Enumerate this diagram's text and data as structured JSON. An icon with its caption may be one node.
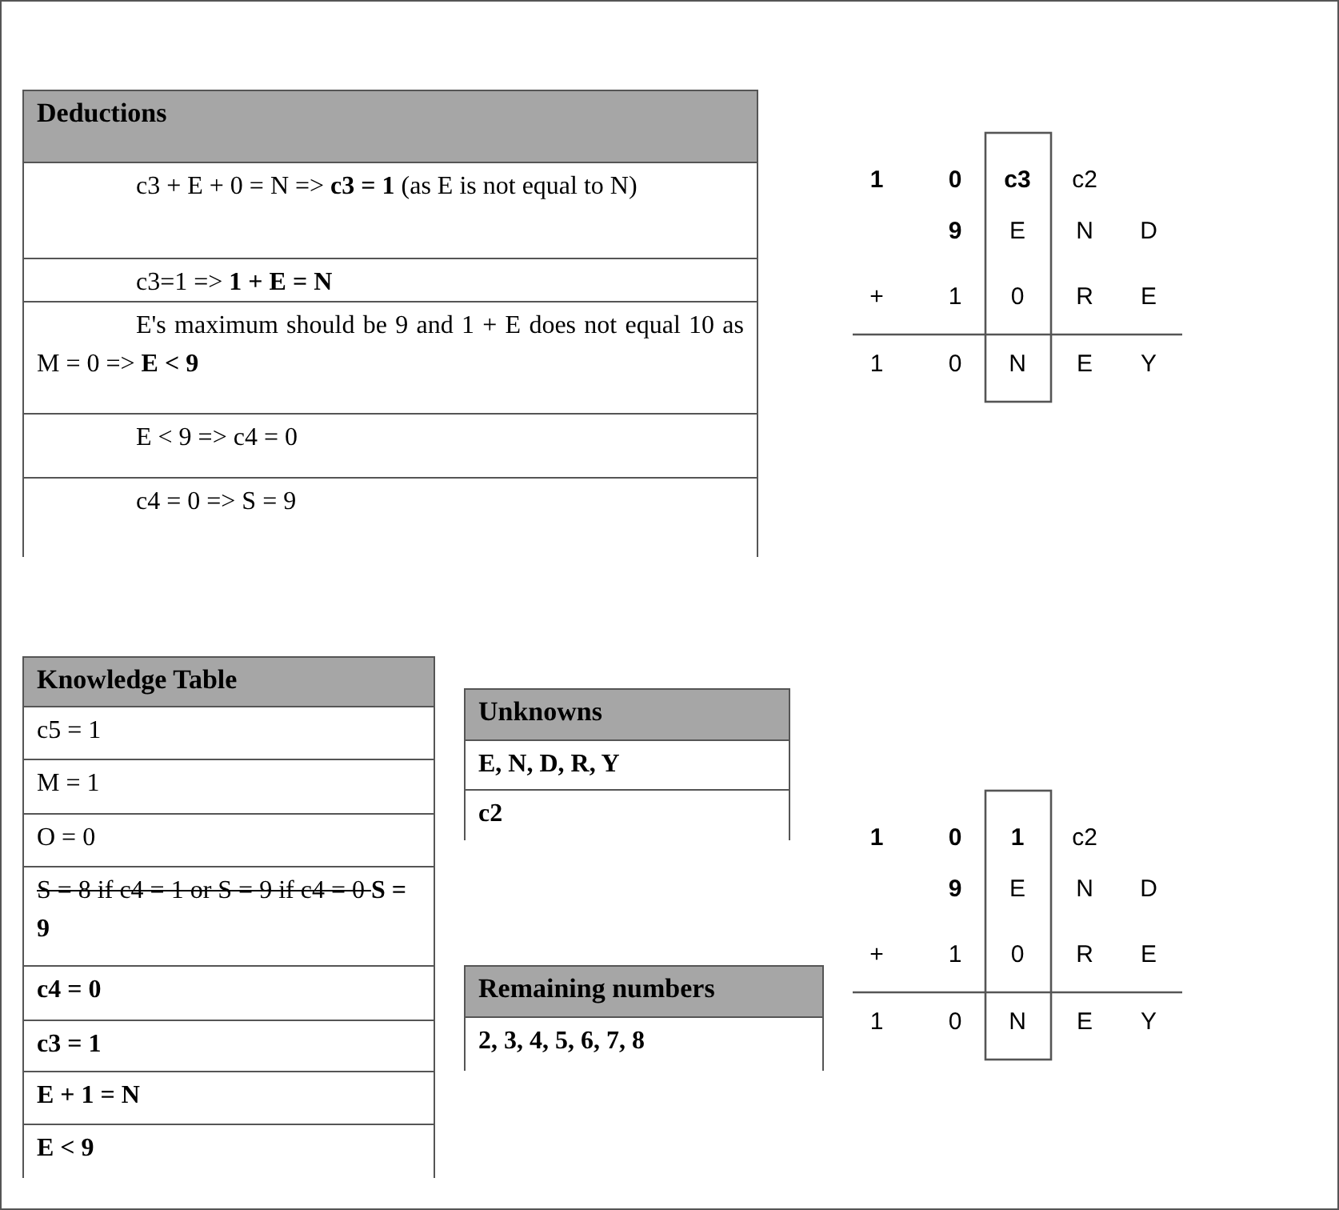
{
  "diagram": {
    "nodes": [
      {
        "text": [
          "Deductions"
        ]
      },
      {
        "text": [
          "c3 + E + 0 = N => **c3 = 1** (as E is not equal to N)"
        ],
        "in": 0
      },
      {
        "text": [
          "c3=1 => **1 + E = N**"
        ],
        "in": 0
      },
      {
        "text": [
          "E's maximum should be 9 and 1 + E does not equal 10 as M = 0 => **E < 9**"
        ],
        "in": 0
      },
      {
        "text": [
          "E < 9 => c4 = 0"
        ],
        "in": 0
      },
      {
        "text": [
          "c4 = 0 => S = 9"
        ],
        "in": 0
      },
      {
        "text": [
          "Knowledge Table"
        ]
      },
      {
        "text": [
          "c5 = 1"
        ],
        "in": 6
      },
      {
        "text": [
          "M = 1"
        ],
        "in": 6
      },
      {
        "text": [
          "O = 0"
        ],
        "in": 6
      },
      {
        "text": [
          "S = 8 if c4 = 1 or S = 9 if c4 = 0",
          "S = 9"
        ],
        "in": 6
      },
      {
        "text": [
          "c4 = 0"
        ],
        "in": 6
      },
      {
        "text": [
          "c3 = 1"
        ],
        "in": 6
      },
      {
        "text": [
          "E + 1 = N"
        ],
        "in": 6
      },
      {
        "text": [
          "E < 9"
        ],
        "in": 6
      },
      {
        "text": [
          "Unknowns"
        ]
      },
      {
        "text": [
          "E, N, D, R, Y"
        ],
        "in": 15
      },
      {
        "text": [
          "c2"
        ],
        "in": 15
      },
      {
        "text": [
          "Remaining numbers"
        ]
      },
      {
        "text": [
          "2, 3, 4, 5, 6, 7, 8"
        ],
        "in": 18
      }
    ],
    "edges": [],
    "labels": [
      "1",
      "0",
      "c3",
      "c2",
      "9",
      "E",
      "N",
      "D",
      "+",
      "1",
      "0",
      "R",
      "E",
      "1",
      "0",
      "N",
      "E",
      "Y",
      "1",
      "0",
      "1",
      "c2",
      "9",
      "E",
      "N",
      "D",
      "+",
      "1",
      "0",
      "R",
      "E",
      "1",
      "0",
      "N",
      "E",
      "Y"
    ]
  }
}
